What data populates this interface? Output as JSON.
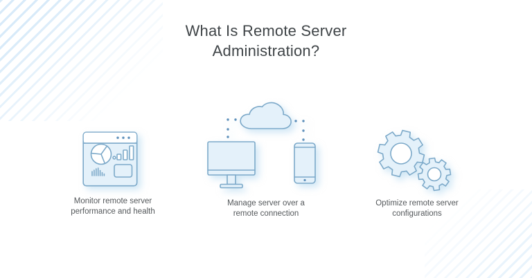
{
  "title": {
    "full": "What Is Remote Server Administration?",
    "line1": "What Is Remote Server",
    "line2": "Administration?"
  },
  "items": [
    {
      "icon": "dashboard-window-icon",
      "caption": "Monitor remote server performance and health",
      "caption_line1": "Monitor remote server",
      "caption_line2": "performance and health"
    },
    {
      "icon": "cloud-devices-icon",
      "caption": "Manage server over a remote connection",
      "caption_line1": "Manage server over a",
      "caption_line2": "remote connection"
    },
    {
      "icon": "gears-icon",
      "caption": "Optimize remote server configurations",
      "caption_line1": "Optimize remote server",
      "caption_line2": "configurations"
    }
  ],
  "colors": {
    "icon_stroke": "#7CA9C9",
    "icon_fill": "#E4F1FA",
    "icon_dot": "#5E90BB",
    "title_text": "#3F4447",
    "caption_text": "#54585B",
    "stripe_strong": "rgba(151,201,240,0.38)",
    "stripe_faint": "rgba(151,201,240,0.22)",
    "shadow": "rgba(164,208,236,0.5)"
  }
}
